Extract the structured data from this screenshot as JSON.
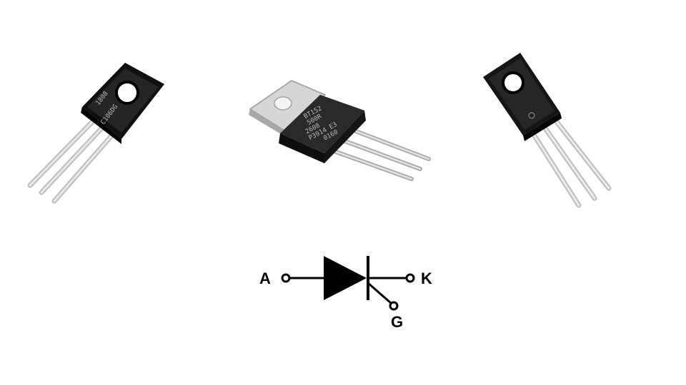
{
  "components": [
    {
      "name": "thyristor-to126-left",
      "marking_top": "1808",
      "marking_bottom": "C106DG"
    },
    {
      "name": "thyristor-to220-center",
      "marking_lines": [
        "BT152",
        "500R",
        "2608",
        "P3914 E3",
        "0160"
      ]
    },
    {
      "name": "thyristor-to126-right",
      "marking_top": "",
      "marking_bottom": ""
    }
  ],
  "symbol": {
    "anode_label": "A",
    "cathode_label": "K",
    "gate_label": "G"
  },
  "colors": {
    "background": "#ffffff",
    "package_body": "#1e1e1e",
    "lead_metal": "#c9c9c9",
    "tab_metal": "#d6d6d6",
    "symbol_ink": "#000000"
  }
}
